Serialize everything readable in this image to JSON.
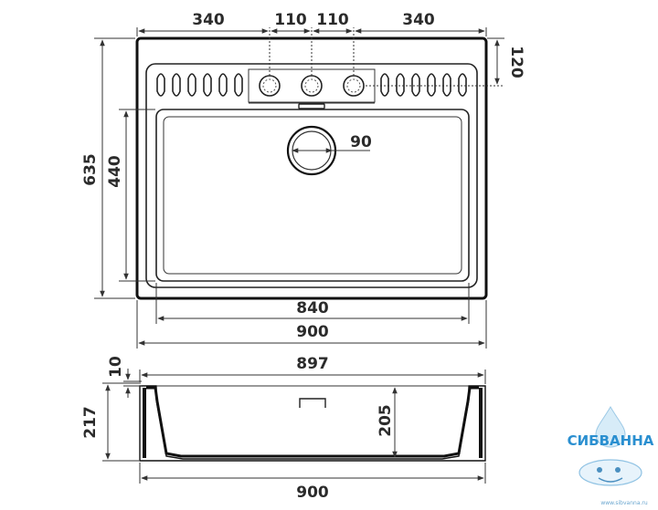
{
  "top_view": {
    "width_segments": [
      "340",
      "110",
      "110",
      "340"
    ],
    "tap_deck_depth": "120",
    "overall_depth": "635",
    "bowl_depth": "440",
    "drain_diameter": "90",
    "bowl_width": "840",
    "overall_width": "900"
  },
  "side_view": {
    "rim_thickness": "10",
    "top_width": "897",
    "overall_height": "217",
    "bowl_height": "205",
    "bottom_width": "900"
  },
  "watermark": {
    "brand": "СИБВАННА",
    "url": "www.sibvanna.ru"
  }
}
